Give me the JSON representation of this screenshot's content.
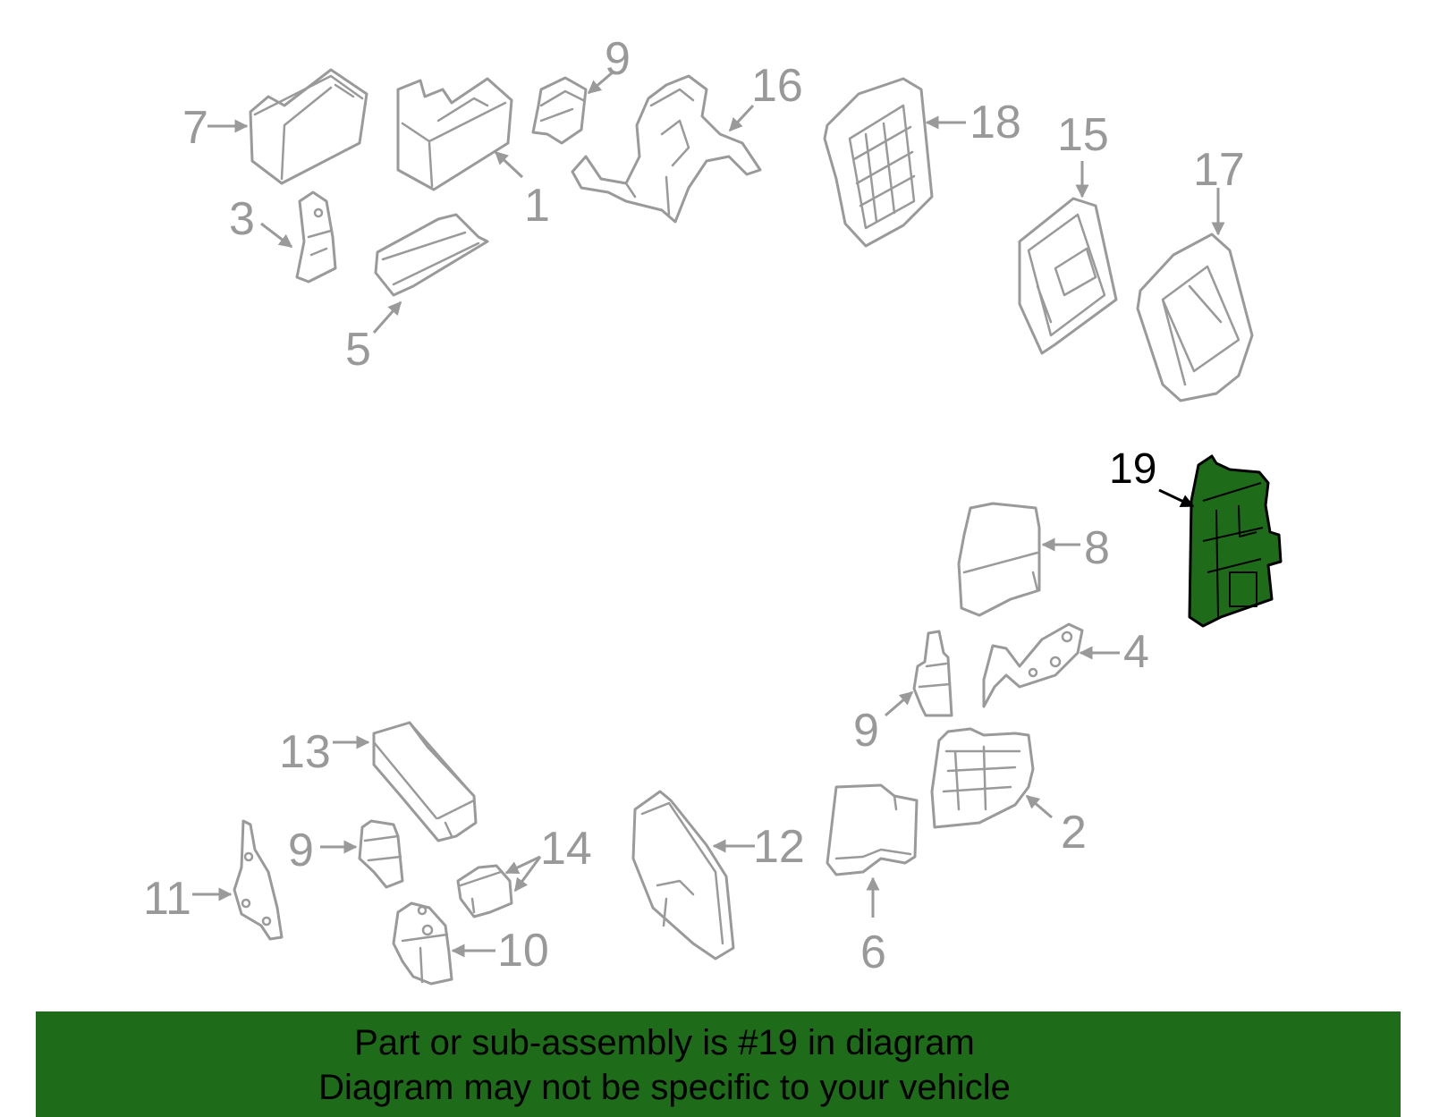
{
  "diagram": {
    "highlight_color": "#1e6b1a",
    "outline_color": "#9a9a9a",
    "labels": {
      "p1": "1",
      "p2": "2",
      "p3": "3",
      "p4": "4",
      "p5": "5",
      "p6": "6",
      "p7": "7",
      "p8": "8",
      "p9a": "9",
      "p9b": "9",
      "p9c": "9",
      "p10": "10",
      "p11": "11",
      "p12": "12",
      "p13": "13",
      "p14": "14",
      "p15": "15",
      "p16": "16",
      "p17": "17",
      "p18": "18",
      "p19": "19"
    },
    "highlighted_part": "19"
  },
  "banner": {
    "line1": "Part or sub-assembly is #19 in diagram",
    "line2": "Diagram may not be specific to your vehicle",
    "background": "#1e6b1a"
  }
}
